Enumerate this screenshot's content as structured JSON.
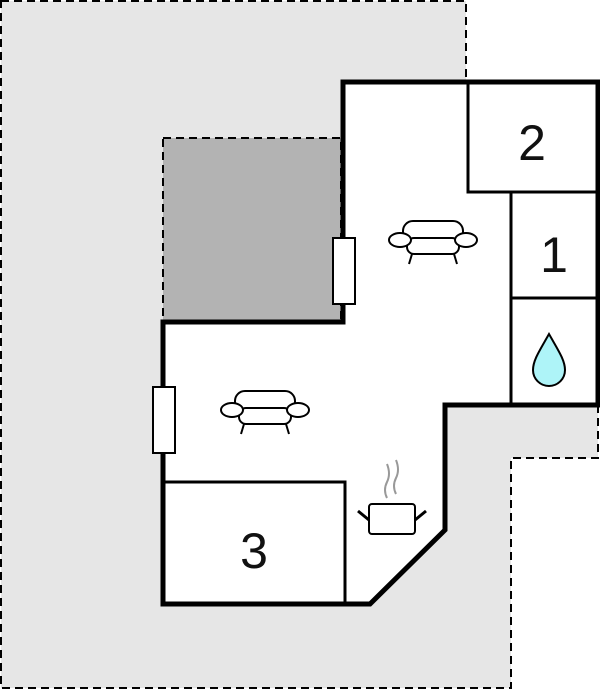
{
  "floorplan": {
    "rooms": [
      {
        "label": "2",
        "type": "bedroom"
      },
      {
        "label": "1",
        "type": "bedroom"
      },
      {
        "label": "3",
        "type": "bedroom"
      }
    ],
    "icons": [
      "sofa-icon",
      "sofa-icon",
      "cooking-pot-icon",
      "water-drop-icon"
    ]
  },
  "colors": {
    "terrace": "#e6e6e6",
    "shaded_area": "#b3b3b3",
    "water": "#aef4f8",
    "wall": "#000000"
  }
}
